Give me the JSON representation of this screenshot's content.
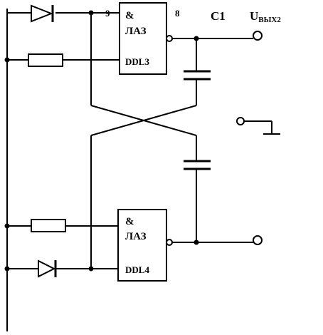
{
  "gates": {
    "top": {
      "symbol": "&",
      "type": "ЛАЗ",
      "name": "DDL3"
    },
    "bottom": {
      "symbol": "&",
      "type": "ЛАЗ",
      "name": "DDL4"
    }
  },
  "pins": {
    "top_input": "9",
    "top_output": "8"
  },
  "capacitor_label": "C1",
  "output_label": {
    "main": "U",
    "sub": "ВЫХ2"
  }
}
